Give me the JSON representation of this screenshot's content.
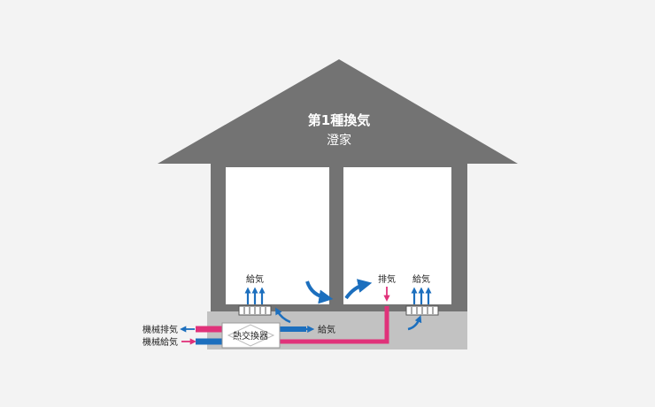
{
  "title": "第1種換気",
  "subtitle": "澄家",
  "labels": {
    "supply_left": "給気",
    "supply_right": "給気",
    "exhaust_right": "排気",
    "supply_under": "給気",
    "heat_exchanger": "熱交換器",
    "mech_exhaust": "機械排気",
    "mech_supply": "機械給気"
  },
  "colors": {
    "background": "#f3f3f3",
    "house": "#737373",
    "room": "#ffffff",
    "underfloor": "#c2c2c2",
    "title_text": "#ffffff",
    "supply_blue": "#1c6fbe",
    "exhaust_pink": "#e0327a",
    "label_text": "#222222"
  },
  "icons": {
    "supply_arrows": "triple-up-arrow-icon",
    "vent_grille": "floor-vent-icon",
    "airflow": "curved-arrow-icon",
    "exchanger": "heat-exchanger-icon"
  }
}
